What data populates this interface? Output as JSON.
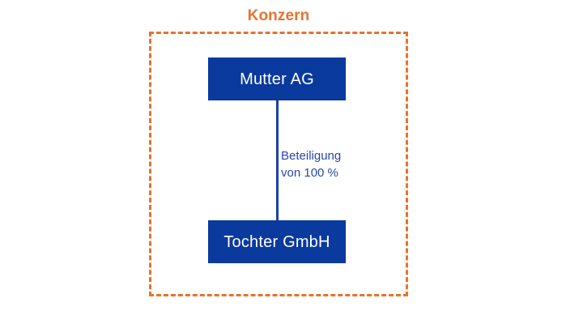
{
  "diagram": {
    "group": {
      "title": "Konzern",
      "border_color": "#E8722E",
      "border_style": "dashed"
    },
    "entities": [
      {
        "id": "parent",
        "label": "Mutter AG",
        "fill_color": "#0A3A9E",
        "text_color": "#FFFFFF"
      },
      {
        "id": "subsidiary",
        "label": "Tochter GmbH",
        "fill_color": "#0A3A9E",
        "text_color": "#FFFFFF"
      }
    ],
    "connector": {
      "label_line1": "Beteiligung",
      "label_line2": "von 100 %",
      "line_color": "#1B3FA8",
      "text_color": "#2A45B0",
      "percentage": "100 %"
    }
  }
}
